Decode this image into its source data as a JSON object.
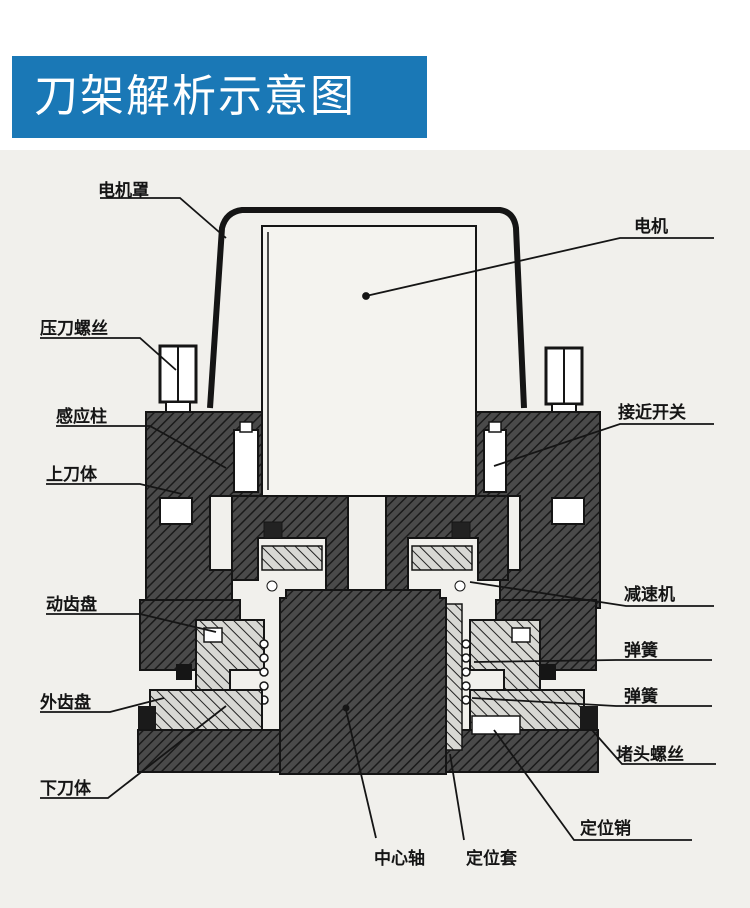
{
  "header": {
    "title": "刀架解析示意图"
  },
  "colors": {
    "header_bg": "#1a78b6",
    "paper": "#f1f0ec",
    "ink": "#151515",
    "hatch": "#2b2b2b"
  },
  "labels": {
    "motor_cover": "电机罩",
    "motor": "电机",
    "clamp_screw": "压刀螺丝",
    "sensor_post": "感应柱",
    "proximity_switch": "接近开关",
    "upper_body": "上刀体",
    "reducer": "减速机",
    "moving_gear_disc": "动齿盘",
    "spring_1": "弹簧",
    "spring_2": "弹簧",
    "outer_gear_disc": "外齿盘",
    "plug_screw": "堵头螺丝",
    "lower_body": "下刀体",
    "locating_pin": "定位销",
    "center_shaft": "中心轴",
    "locating_sleeve": "定位套"
  }
}
